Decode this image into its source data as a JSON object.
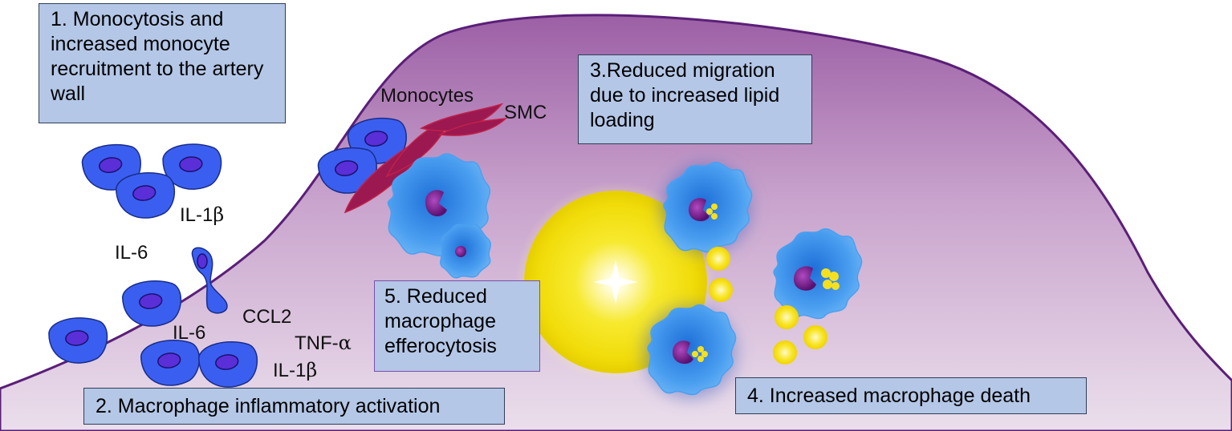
{
  "boxes": {
    "b1": "1. Monocytosis and increased monocyte recruitment to the artery wall",
    "b2": "2. Macrophage inflammatory activation",
    "b3": "3.Reduced migration due to increased lipid loading",
    "b4": "4. Increased macrophage death",
    "b5": "5. Reduced macrophage efferocytosis"
  },
  "labels": {
    "monocytes": "Monocytes",
    "smc": "SMC",
    "il1b_top_prefix": "IL-1",
    "il6_top": "IL-6",
    "il6_bottom": "IL-6",
    "ccl2": "CCL2",
    "tnf_prefix": "TNF-",
    "il1b_bottom_prefix": "IL-1",
    "beta": "β",
    "alpha": "α"
  },
  "colors": {
    "plaque_top": "#9c5fa5",
    "plaque_bottom": "#e6d9e8",
    "box_fill": "#b4c7e7",
    "monocyte": "#3a5ff0",
    "monocyte_nucleus": "#5a2fd8",
    "smc": "#9b1850",
    "macrophage": "#3d8ee8",
    "macrophage_nucleus": "#7a1f8c",
    "lipid": "#f4e11a"
  }
}
